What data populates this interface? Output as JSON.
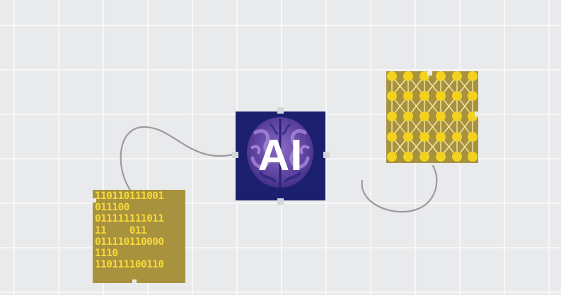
{
  "binary_card": {
    "lines": [
      "110110111001",
      "011100",
      "011111111011",
      "11    011",
      "011110110000",
      "1110",
      "110111100110"
    ]
  },
  "ai_card": {
    "label": "AI",
    "icon": "brain-icon"
  },
  "neural_card": {
    "icon": "neural-network-icon"
  },
  "colors": {
    "background": "#e9eaec",
    "grid_line": "#f7f7f8",
    "card_gold": "#a8923e",
    "binary_text": "#f7d83a",
    "ai_background": "#1c1f6e",
    "brain_purple": "#7a5ab8",
    "node_yellow": "#f2d21e",
    "connector": "#9b9b9e"
  }
}
